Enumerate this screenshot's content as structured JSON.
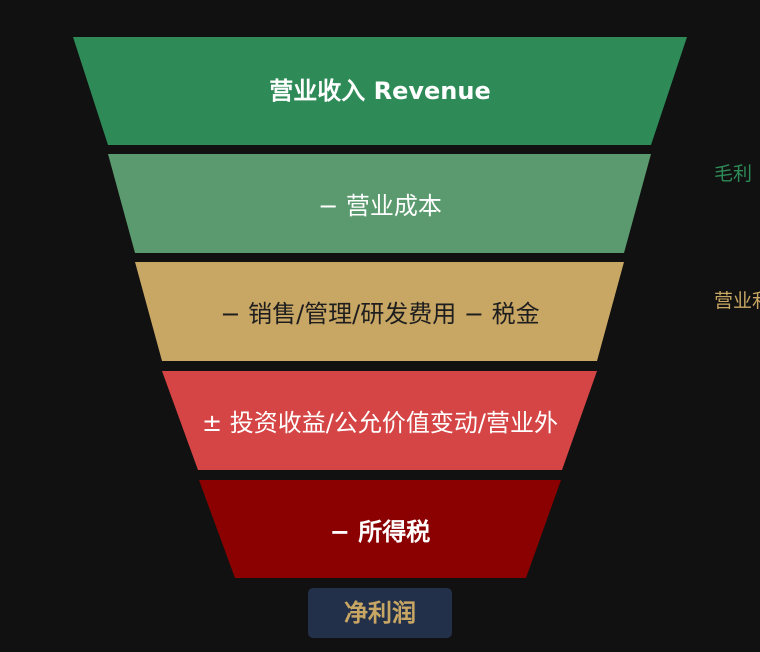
{
  "funnel": {
    "stages": [
      {
        "label": "营业收入 Revenue",
        "fill": "#2e8b57",
        "text_color": "#ffffff",
        "bold": true
      },
      {
        "label": "− 营业成本",
        "fill": "#5a9a6e",
        "text_color": "#ffffff",
        "bold": false
      },
      {
        "label": "− 销售/管理/研发费用 − 税金",
        "fill": "#c8a664",
        "text_color": "#1e1e1e",
        "bold": false
      },
      {
        "label": "± 投资收益/公允价值变动/营业外",
        "fill": "#d64545",
        "text_color": "#ffffff",
        "bold": false
      },
      {
        "label": "− 所得税",
        "fill": "#8b0000",
        "text_color": "#ffffff",
        "bold": true
      }
    ],
    "side_labels": [
      {
        "text": "毛利",
        "color": "#2e8b57"
      },
      {
        "text": "营业利",
        "color": "#c8a664"
      }
    ],
    "result": {
      "label": "净利润",
      "background": "#22304a",
      "text_color": "#c8a664"
    }
  }
}
